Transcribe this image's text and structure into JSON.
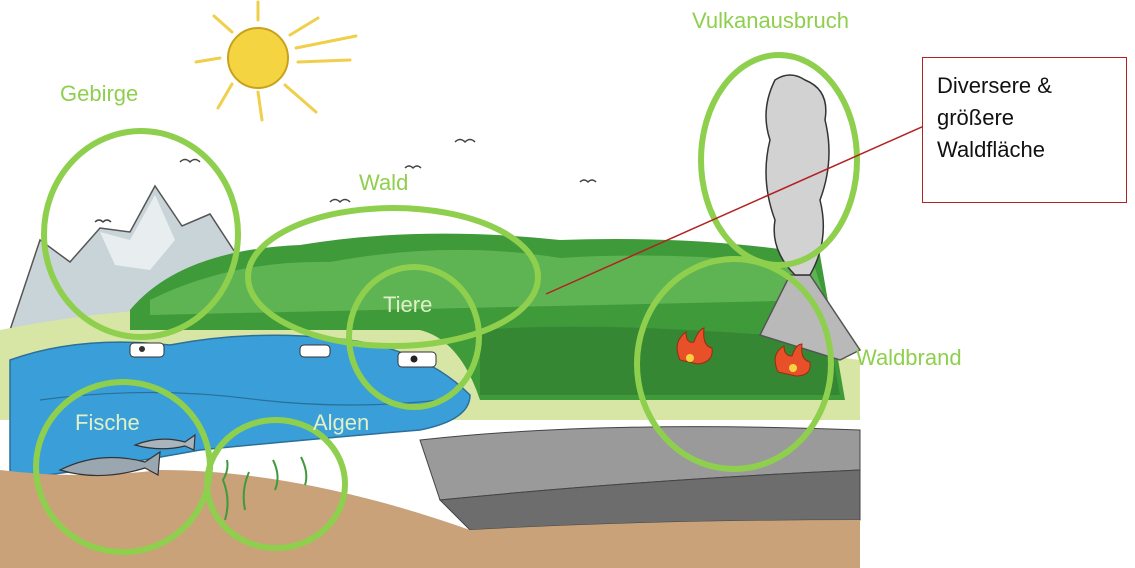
{
  "labels": {
    "gebirge": "Gebirge",
    "wald": "Wald",
    "tiere": "Tiere",
    "fische": "Fische",
    "algen": "Algen",
    "vulkanausbruch": "Vulkanausbruch",
    "waldbrand": "Waldbrand"
  },
  "callout": {
    "lines": [
      "Diversere &",
      "größere",
      "Waldfläche"
    ]
  },
  "colors": {
    "circle": "#8fcf4e",
    "callout_border": "#b22222",
    "water": "#3a9fd8",
    "forest": "#3f9a3a",
    "sun": "#f5d442"
  }
}
